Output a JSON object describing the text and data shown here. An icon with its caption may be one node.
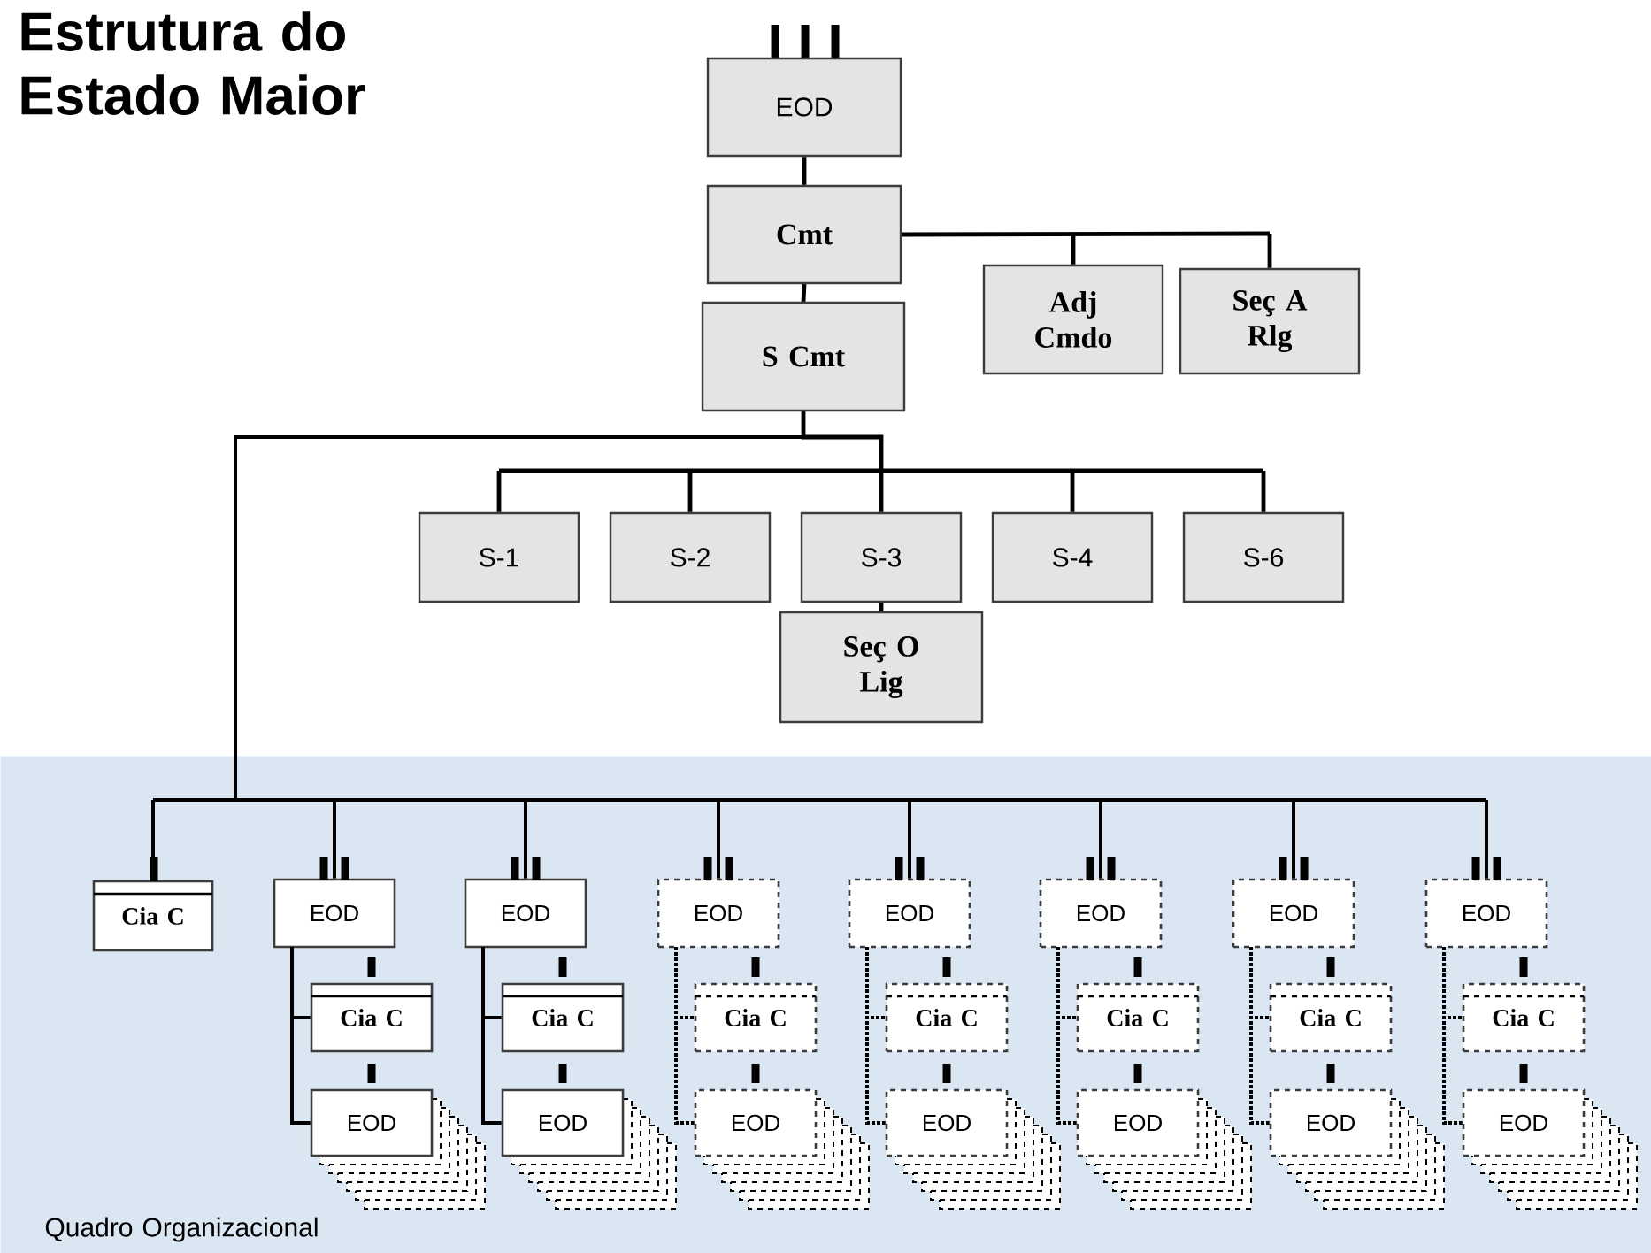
{
  "diagram": {
    "title": "Estrutura do Estado Maior",
    "nodes": [
      {
        "text": [
          "EOD"
        ]
      },
      {
        "text": [
          "Cmt"
        ]
      },
      {
        "text": [
          "Adj Cmdo"
        ]
      },
      {
        "text": [
          "Seç A Rlg"
        ]
      },
      {
        "text": [
          "S Cmt"
        ]
      },
      {
        "text": [
          "S-1"
        ]
      },
      {
        "text": [
          "S-2"
        ]
      },
      {
        "text": [
          "S-3"
        ]
      },
      {
        "text": [
          "S-4"
        ]
      },
      {
        "text": [
          "S-6"
        ]
      },
      {
        "text": [
          "Seç O Lig"
        ]
      },
      {
        "text": [
          "Quadro Organizacional"
        ]
      },
      {
        "text": [
          "Cia C"
        ],
        "in": 11
      },
      {
        "text": [
          "EOD"
        ],
        "in": 11
      },
      {
        "text": [
          "Cia C"
        ],
        "in": 11
      },
      {
        "text": [
          "EOD"
        ],
        "in": 11
      },
      {
        "text": [
          "EOD"
        ],
        "in": 11
      },
      {
        "text": [
          "Cia C"
        ],
        "in": 11
      },
      {
        "text": [
          "EOD"
        ],
        "in": 11
      },
      {
        "text": [
          "EOD"
        ],
        "in": 11
      },
      {
        "text": [
          "Cia C"
        ],
        "in": 11
      },
      {
        "text": [
          "EOD"
        ],
        "in": 11
      },
      {
        "text": [
          "EOD"
        ],
        "in": 11
      },
      {
        "text": [
          "Cia C"
        ],
        "in": 11
      },
      {
        "text": [
          "EOD"
        ],
        "in": 11
      },
      {
        "text": [
          "EOD"
        ],
        "in": 11
      },
      {
        "text": [
          "Cia C"
        ],
        "in": 11
      },
      {
        "text": [
          "EOD"
        ],
        "in": 11
      },
      {
        "text": [
          "EOD"
        ],
        "in": 11
      },
      {
        "text": [
          "Cia C"
        ],
        "in": 11
      },
      {
        "text": [
          "EOD"
        ],
        "in": 11
      },
      {
        "text": [
          "EOD"
        ],
        "in": 11
      },
      {
        "text": [
          "Cia C"
        ],
        "in": 11
      },
      {
        "text": [
          "EOD"
        ],
        "in": 11
      }
    ],
    "edges": [
      {
        "from": 0,
        "to": 1,
        "arrow": "none"
      },
      {
        "from": 1,
        "to": 2,
        "arrow": "none"
      },
      {
        "from": 1,
        "to": 3,
        "arrow": "none"
      },
      {
        "from": 1,
        "to": 4,
        "arrow": "none"
      },
      {
        "from": 4,
        "to": 5,
        "arrow": "none"
      },
      {
        "from": 4,
        "to": 6,
        "arrow": "none"
      },
      {
        "from": 4,
        "to": 7,
        "arrow": "none"
      },
      {
        "from": 4,
        "to": 8,
        "arrow": "none"
      },
      {
        "from": 4,
        "to": 9,
        "arrow": "none"
      },
      {
        "from": 7,
        "to": 10,
        "arrow": "none"
      },
      {
        "from": 4,
        "to": 12,
        "arrow": "none"
      },
      {
        "from": 4,
        "to": 13,
        "arrow": "none"
      },
      {
        "from": 4,
        "to": 16,
        "arrow": "none"
      },
      {
        "from": 4,
        "to": 19,
        "arrow": "none"
      },
      {
        "from": 4,
        "to": 22,
        "arrow": "none"
      },
      {
        "from": 4,
        "to": 25,
        "arrow": "none"
      },
      {
        "from": 4,
        "to": 28,
        "arrow": "none"
      },
      {
        "from": 4,
        "to": 31,
        "arrow": "none"
      },
      {
        "from": 13,
        "to": 14,
        "arrow": "none"
      },
      {
        "from": 13,
        "to": 15,
        "arrow": "none"
      },
      {
        "from": 16,
        "to": 17,
        "arrow": "none"
      },
      {
        "from": 16,
        "to": 18,
        "arrow": "none"
      },
      {
        "from": 19,
        "to": 20,
        "arrow": "none",
        "style": "dashed"
      },
      {
        "from": 19,
        "to": 21,
        "arrow": "none",
        "style": "dashed"
      },
      {
        "from": 22,
        "to": 23,
        "arrow": "none",
        "style": "dashed"
      },
      {
        "from": 22,
        "to": 24,
        "arrow": "none",
        "style": "dashed"
      },
      {
        "from": 25,
        "to": 26,
        "arrow": "none",
        "style": "dashed"
      },
      {
        "from": 25,
        "to": 27,
        "arrow": "none",
        "style": "dashed"
      },
      {
        "from": 28,
        "to": 29,
        "arrow": "none",
        "style": "dashed"
      },
      {
        "from": 28,
        "to": 30,
        "arrow": "none",
        "style": "dashed"
      },
      {
        "from": 31,
        "to": 32,
        "arrow": "none",
        "style": "dashed"
      },
      {
        "from": 31,
        "to": 33,
        "arrow": "none",
        "style": "dashed"
      }
    ]
  }
}
